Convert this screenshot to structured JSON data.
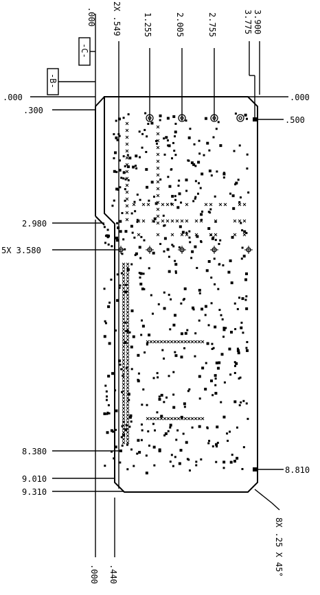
{
  "top_labels": {
    "x0_000": ".000",
    "x_2x_549": "2X .549",
    "x_1_255": "1.255",
    "x_2_005": "2.005",
    "x_2_755": "2.755",
    "x_3_775": "3.775",
    "x_3_900": "3.900"
  },
  "left_labels": {
    "y0_000": ".000",
    "y_300": ".300",
    "y_2_980": "2.980",
    "y_5x_3_580": "5X  3.580",
    "y_8_380": "8.380",
    "y_9_010": "9.010",
    "y_9_310": "9.310"
  },
  "right_labels": {
    "y0_000_r": ".000",
    "y_500_r": ".500",
    "y_8_810_r": "8.810"
  },
  "bottom_labels": {
    "b_000": ".000",
    "b_440": ".440",
    "chamfer_note": "8X .25 X 45°"
  },
  "datums": {
    "b_box": "-B-",
    "c_box": "-C-"
  }
}
